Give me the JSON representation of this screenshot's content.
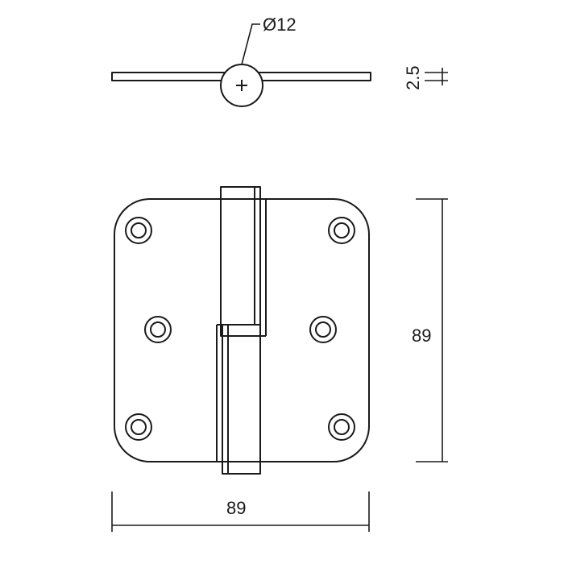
{
  "drawing": {
    "pin_diameter_label": "Ø12",
    "leaf_thickness_label": "2.5",
    "height_label": "89",
    "width_label": "89"
  },
  "colors": {
    "line": "#1a1a1a",
    "background": "#ffffff"
  },
  "icons": {
    "center_mark": "plus-center-mark"
  }
}
